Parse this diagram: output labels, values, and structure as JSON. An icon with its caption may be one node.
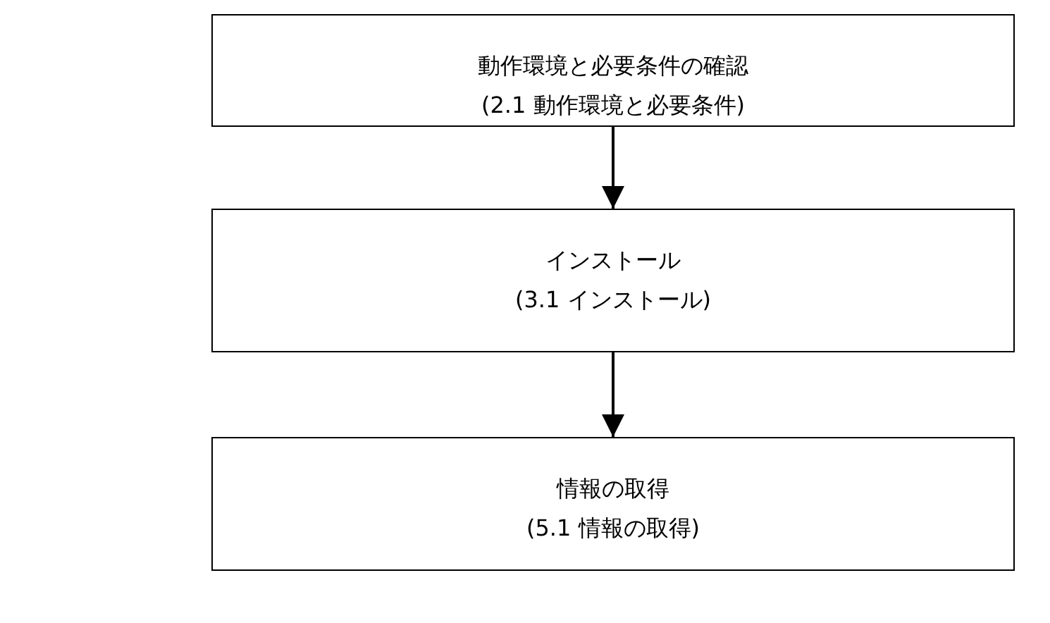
{
  "diagram": {
    "nodes": [
      {
        "text": [
          "動作環境と必要条件の確認",
          "(2.1 動作環境と必要条件)"
        ]
      },
      {
        "text": [
          "インストール",
          "(3.1 インストール)"
        ]
      },
      {
        "text": [
          "情報の取得",
          "(5.1 情報の取得)"
        ]
      }
    ],
    "edges": [
      {
        "from": 0,
        "to": 1,
        "arrow": "to"
      },
      {
        "from": 1,
        "to": 2,
        "arrow": "to"
      }
    ]
  }
}
